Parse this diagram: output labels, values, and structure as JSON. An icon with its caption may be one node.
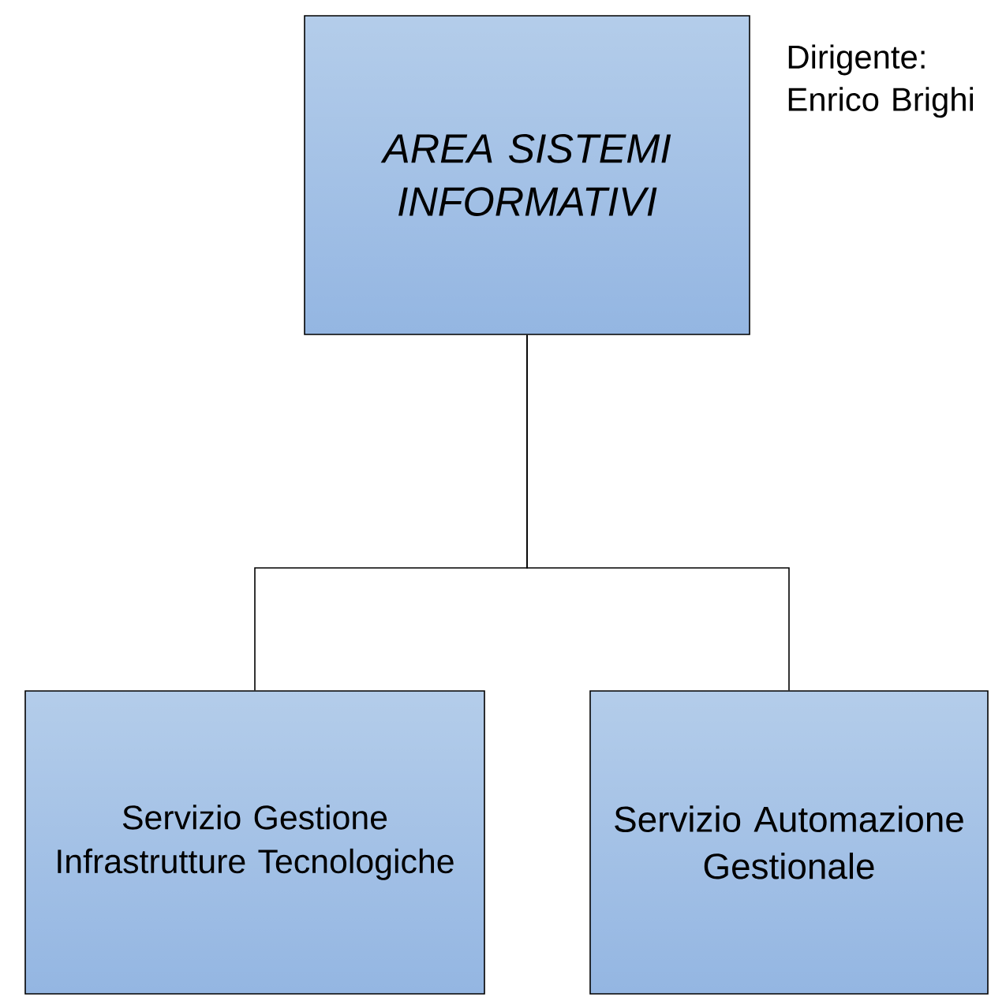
{
  "diagram": {
    "nodes": [
      {
        "text": [
          "AREA SISTEMI INFORMATIVI"
        ],
        "beside": [
          "Dirigente: Enrico Brighi"
        ]
      },
      {
        "text": [
          "Servizio Gestione Infrastrutture Tecnologiche"
        ]
      },
      {
        "text": [
          "Servizio Automazione Gestionale"
        ]
      }
    ],
    "edges": [
      {
        "from": 0,
        "to": 1,
        "arrow": "none"
      },
      {
        "from": 0,
        "to": 2,
        "arrow": "none"
      }
    ]
  }
}
